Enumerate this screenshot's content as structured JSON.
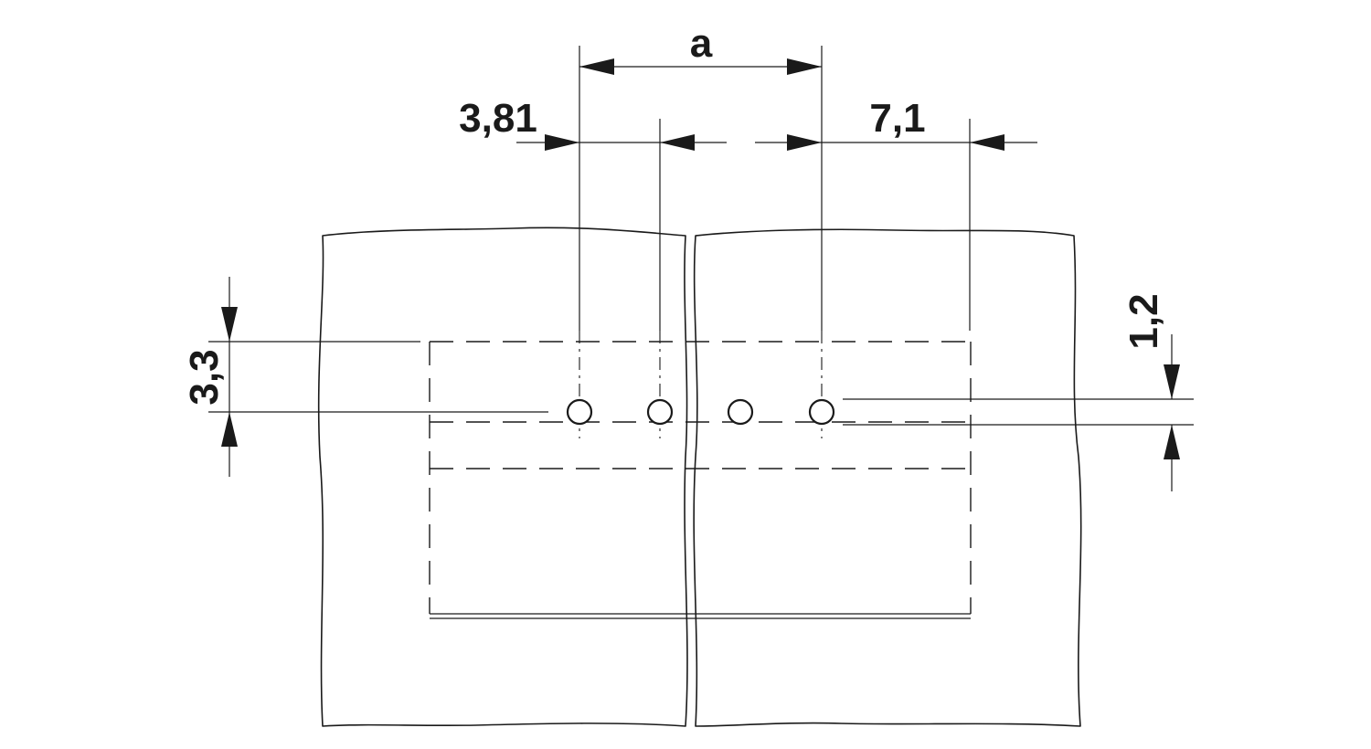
{
  "labels": {
    "a": "a",
    "pitch": "3,81",
    "offset": "7,1",
    "height": "3,3",
    "pin_offset": "1,2"
  }
}
